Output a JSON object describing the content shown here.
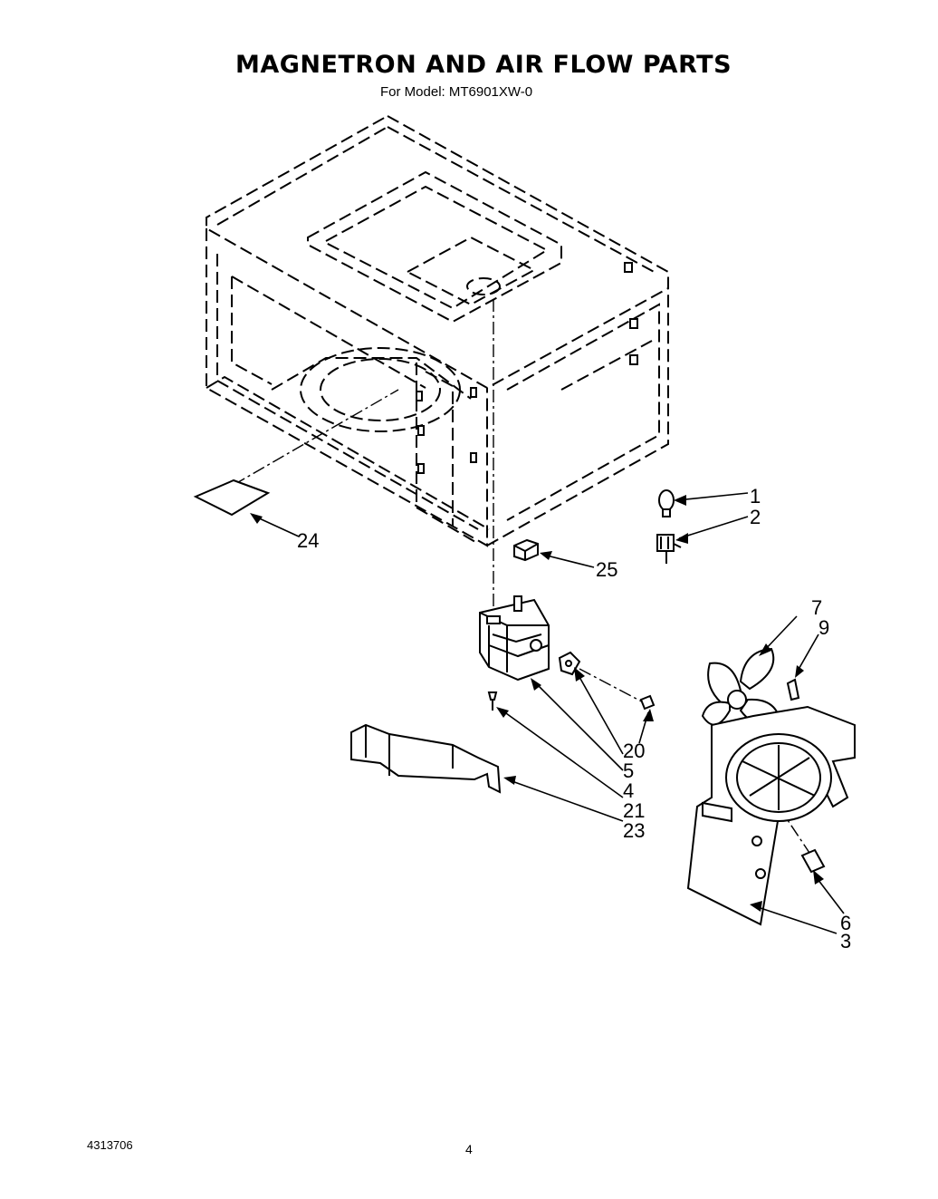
{
  "header": {
    "title": "MAGNETRON AND AIR FLOW PARTS",
    "subtitle": "For Model: MT6901XW-0"
  },
  "footer": {
    "doc_number": "4313706",
    "page_number": "4"
  },
  "callouts": {
    "c1": "1",
    "c2": "2",
    "c24": "24",
    "c25": "25",
    "c7": "7",
    "c9": "9",
    "c20": "20",
    "c5": "5",
    "c4": "4",
    "c21": "21",
    "c23": "23",
    "c6": "6",
    "c3": "3"
  }
}
